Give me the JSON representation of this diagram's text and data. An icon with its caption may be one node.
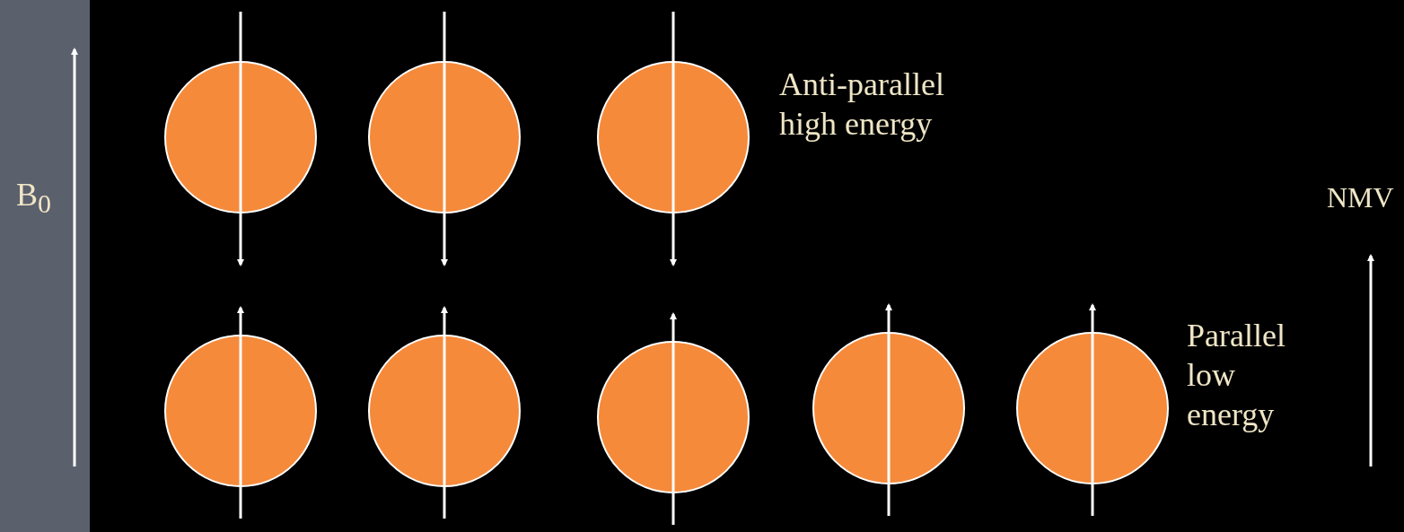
{
  "diagram": {
    "nodes": [
      {
        "text": [],
        "shape": "circle"
      },
      {
        "text": [],
        "shape": "circle"
      },
      {
        "text": [],
        "shape": "circle"
      },
      {
        "text": [],
        "shape": "circle"
      },
      {
        "text": [],
        "shape": "circle"
      },
      {
        "text": [],
        "shape": "circle"
      },
      {
        "text": [],
        "shape": "circle"
      },
      {
        "text": [],
        "shape": "circle"
      }
    ],
    "labels": [
      "B$_{0}$",
      "Anti-parallel high energy",
      "NMV",
      "Parallel low energy"
    ]
  }
}
